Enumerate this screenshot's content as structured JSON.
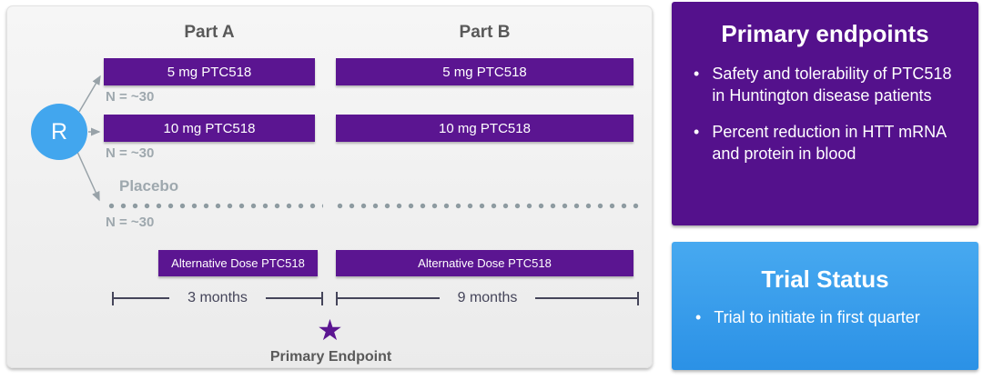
{
  "schema": {
    "part_a_label": "Part A",
    "part_b_label": "Part B",
    "randomization_label": "R",
    "rows": [
      {
        "part_a": "5 mg PTC518",
        "part_b": "5 mg PTC518",
        "n": "N = ~30"
      },
      {
        "part_a": "10 mg PTC518",
        "part_b": "10 mg PTC518",
        "n": "N = ~30"
      }
    ],
    "placebo": {
      "label": "Placebo",
      "n": "N = ~30"
    },
    "alt_dose": {
      "part_a": "Alternative Dose PTC518",
      "part_b": "Alternative Dose PTC518"
    },
    "timeline": {
      "part_a": "3 months",
      "part_b": "9 months"
    },
    "endpoint": {
      "star": "★",
      "label": "Primary Endpoint"
    }
  },
  "primary_panel": {
    "title": "Primary endpoints",
    "bullets": [
      "Safety and tolerability of PTC518 in Huntington disease patients",
      "Percent reduction in HTT mRNA and protein in blood"
    ]
  },
  "status_panel": {
    "title": "Trial Status",
    "bullets": [
      "Trial to initiate in first quarter"
    ]
  },
  "colors": {
    "arm_bar_purple": "#5b1591",
    "panel_purple": "#54118c",
    "panel_blue_top": "#47a9f0",
    "panel_blue_bottom": "#2b91e6",
    "randomization_blue": "#42a6ee",
    "muted_gray_text": "#9ea8ae",
    "timeline_dark": "#45455a"
  }
}
